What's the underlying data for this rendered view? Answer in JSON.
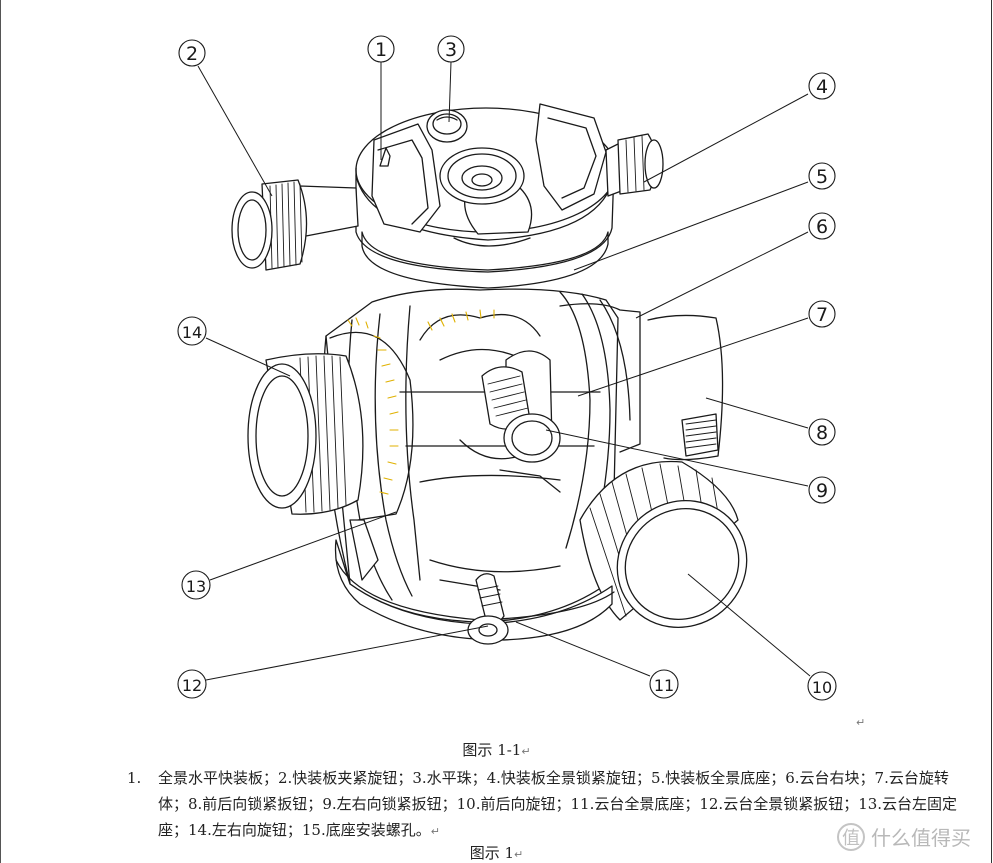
{
  "figure": {
    "callouts": [
      "1",
      "2",
      "3",
      "4",
      "5",
      "6",
      "7",
      "8",
      "9",
      "10",
      "11",
      "12",
      "13",
      "14"
    ],
    "caption_top": "图示 1-1",
    "legend_number": "1.",
    "legend_text": "全景水平快装板；2.快装板夹紧旋钮；3.水平珠；4.快装板全景锁紧旋钮；5.快装板全景底座；6.云台右块；7.云台旋转体；8.前后向锁紧扳钮；9.左右向锁紧扳钮；10.前后向旋钮；11.云台全景底座；12.云台全景锁紧扳钮；13.云台左固定座；14.左右向旋钮；15.底座安装螺孔。",
    "caption_bottom": "图示 1",
    "para_mark": "↵"
  },
  "watermark": {
    "icon_glyph": "值",
    "text": "什么值得买"
  },
  "colors": {
    "line": "#1a1a1a",
    "scale_marks": "#e0b100"
  }
}
